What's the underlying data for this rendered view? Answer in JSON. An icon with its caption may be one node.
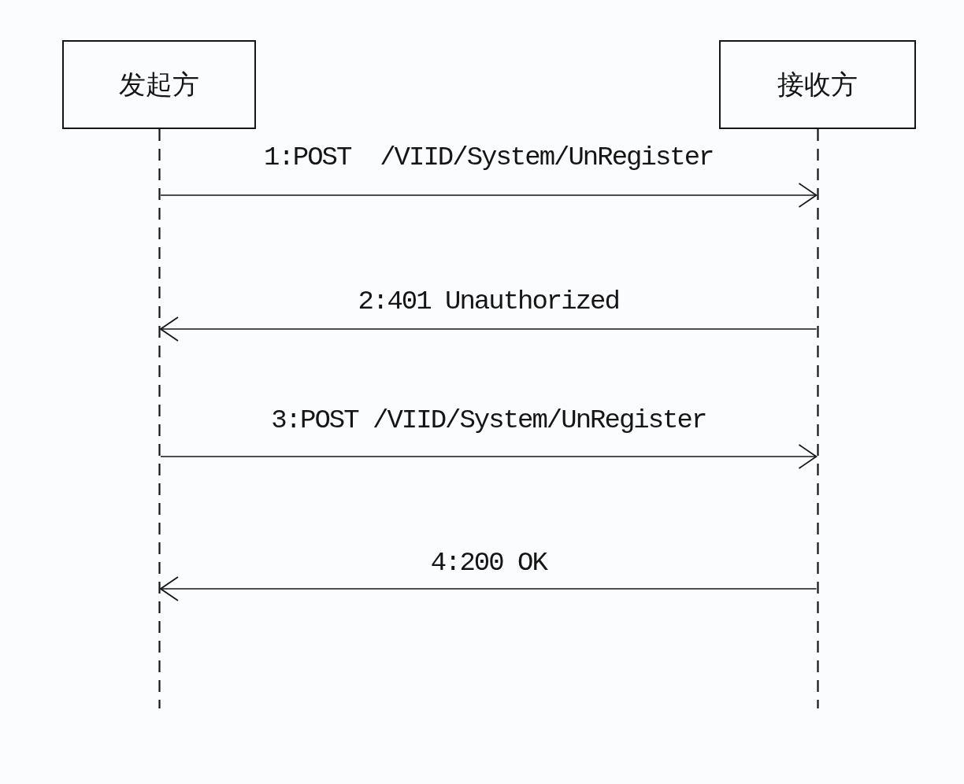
{
  "diagram": {
    "nodes": [
      {
        "text": [
          "发起方"
        ]
      },
      {
        "text": [
          "接收方"
        ]
      },
      {
        "text": [],
        "shape": "line"
      },
      {
        "text": [],
        "shape": "line"
      }
    ],
    "edges": [
      {
        "from": 2,
        "to": 3,
        "arrow": "to",
        "label": "1:POST  /VIID/System/UnRegister"
      },
      {
        "from": 3,
        "to": 2,
        "arrow": "to",
        "label": "2:401 Unauthorized"
      },
      {
        "from": 2,
        "to": 3,
        "arrow": "to",
        "label": "3:POST /VIID/System/UnRegister"
      },
      {
        "from": 3,
        "to": 2,
        "arrow": "to",
        "label": "4:200 OK"
      }
    ]
  }
}
